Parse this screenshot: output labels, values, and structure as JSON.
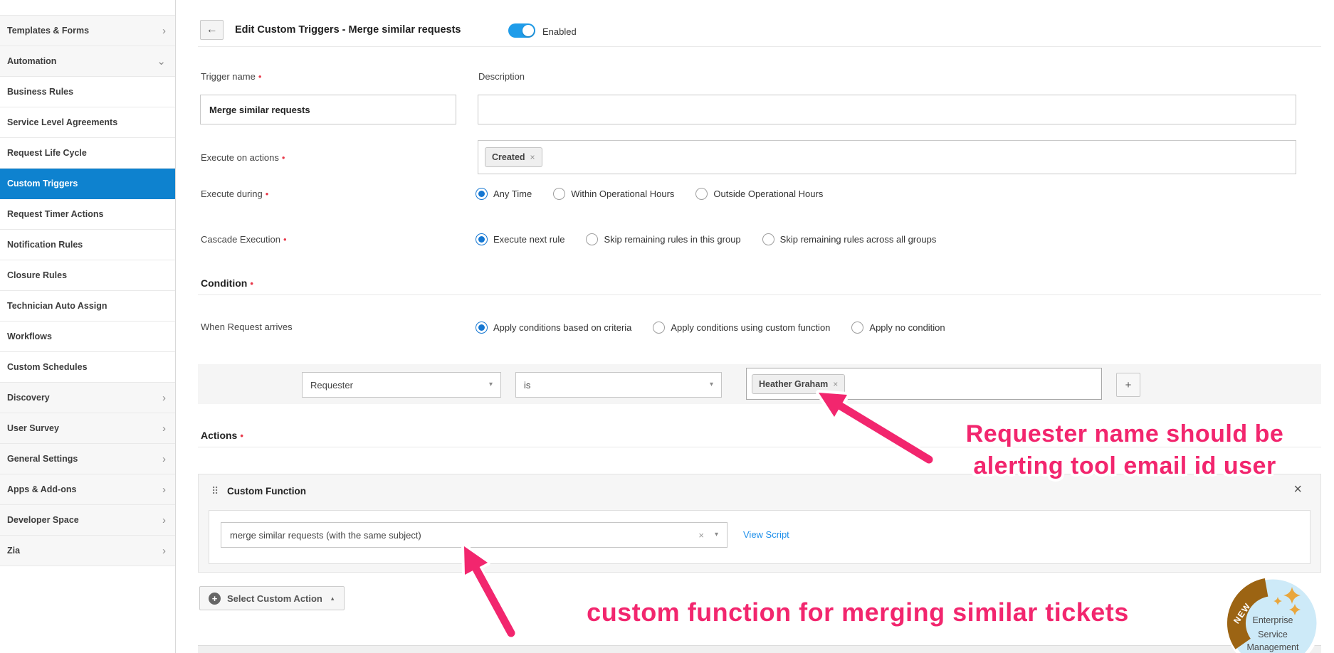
{
  "icons": {
    "back_arrow": "←",
    "chevron_right": "›",
    "chevron_down": "⌄",
    "caret_down": "▾",
    "caret_up": "▴",
    "close": "×",
    "chip_close": "×",
    "plus": "+",
    "add": "+",
    "drag": "⠿"
  },
  "colors": {
    "sidebar_selected": "#0e82cf",
    "toggle_on": "#1f9ce9",
    "radio_selected": "#1577d2",
    "link": "#2090ea",
    "annotation_pink": "#f2266e",
    "badge_blue": "#cdeaf8",
    "badge_ribbon_brown": "#9c6413",
    "badge_star_gold": "#e9a63c"
  },
  "sidebar": {
    "items": [
      {
        "label": "Templates & Forms",
        "chevron": "›"
      },
      {
        "label": "Automation",
        "chevron": "⌄"
      },
      {
        "label": "Business Rules",
        "chevron": ""
      },
      {
        "label": "Service Level Agreements",
        "chevron": ""
      },
      {
        "label": "Request Life Cycle",
        "chevron": ""
      },
      {
        "label": "Custom Triggers",
        "chevron": "",
        "selected": true
      },
      {
        "label": "Request Timer Actions",
        "chevron": ""
      },
      {
        "label": "Notification Rules",
        "chevron": ""
      },
      {
        "label": "Closure Rules",
        "chevron": ""
      },
      {
        "label": "Technician Auto Assign",
        "chevron": ""
      },
      {
        "label": "Workflows",
        "chevron": ""
      },
      {
        "label": "Custom Schedules",
        "chevron": ""
      },
      {
        "label": "Discovery",
        "chevron": "›"
      },
      {
        "label": "User Survey",
        "chevron": "›"
      },
      {
        "label": "General Settings",
        "chevron": "›"
      },
      {
        "label": "Apps & Add-ons",
        "chevron": "›"
      },
      {
        "label": "Developer Space",
        "chevron": "›"
      },
      {
        "label": "Zia",
        "chevron": "›"
      }
    ]
  },
  "header": {
    "title": "Edit Custom Triggers - Merge similar requests",
    "toggle_label": "Enabled",
    "toggle_state": "on"
  },
  "form": {
    "required_marker": "•",
    "trigger_name": {
      "label": "Trigger name",
      "value": "Merge similar requests"
    },
    "description": {
      "label": "Description",
      "value": ""
    },
    "execute_on_actions": {
      "label": "Execute on actions",
      "chips": [
        {
          "label": "Created"
        }
      ]
    },
    "execute_during": {
      "label": "Execute during",
      "options": [
        "Any Time",
        "Within Operational Hours",
        "Outside Operational Hours"
      ],
      "selected": "Any Time"
    },
    "cascade_execution": {
      "label": "Cascade Execution",
      "options": [
        "Execute next rule",
        "Skip remaining rules in this group",
        "Skip remaining rules across all groups"
      ],
      "selected": "Execute next rule"
    }
  },
  "condition": {
    "heading": "Condition",
    "when_label": "When Request arrives",
    "options": [
      "Apply conditions based on criteria",
      "Apply conditions using custom function",
      "Apply no condition"
    ],
    "selected": "Apply conditions based on criteria",
    "criteria": {
      "field": "Requester",
      "operator": "is",
      "values": [
        {
          "label": "Heather Graham"
        }
      ],
      "add_label": "+"
    }
  },
  "actions": {
    "heading": "Actions",
    "card": {
      "title": "Custom Function",
      "function_value": "merge similar requests (with the same subject)",
      "view_script_label": "View Script"
    },
    "add_action_label": "Select Custom Action"
  },
  "annotations": {
    "note1_line1": "Requester name should be",
    "note1_line2": "alerting tool email id user",
    "note2": "custom function for merging similar tickets"
  },
  "badge": {
    "ribbon": "NEW",
    "line1": "Enterprise",
    "line2": "Service",
    "line3": "Management"
  }
}
